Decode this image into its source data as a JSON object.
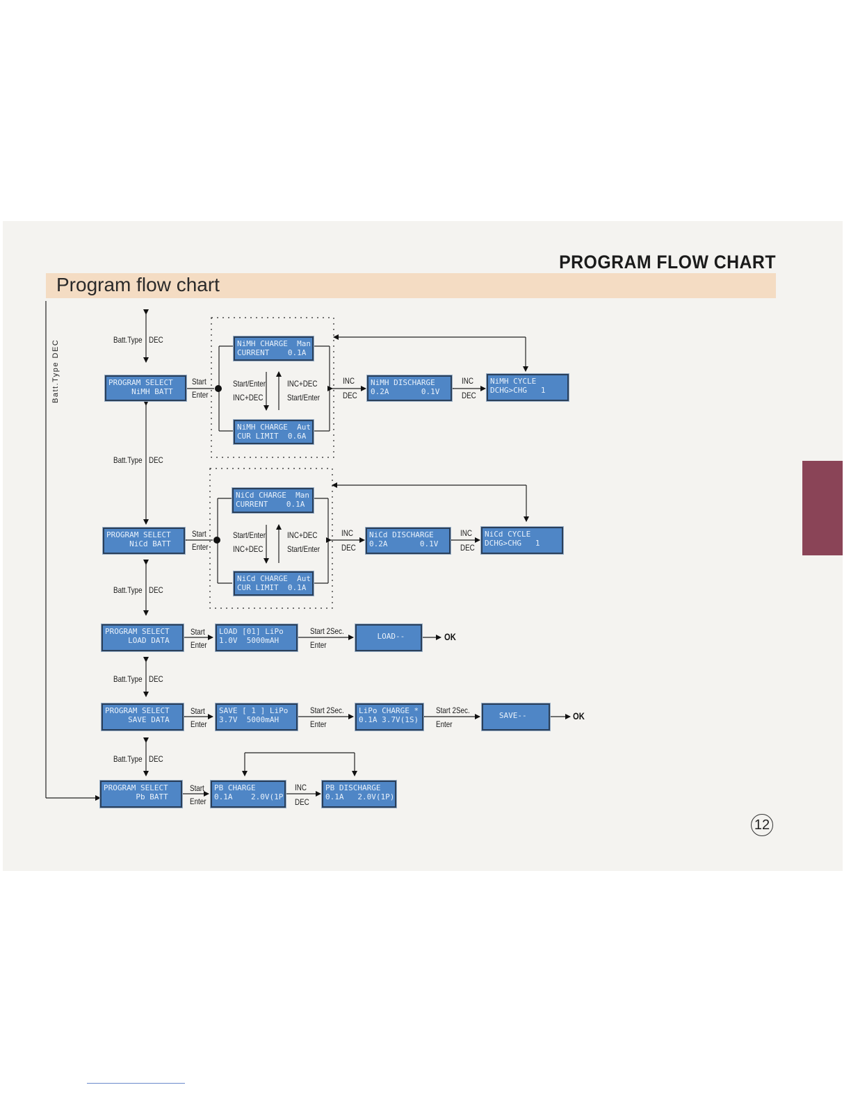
{
  "header": {
    "title": "PROGRAM FLOW CHART"
  },
  "section": {
    "title": "Program flow chart"
  },
  "page_number": "12",
  "side_label": "Batt.Type  DEC",
  "labels": {
    "batt_type": "Batt.Type",
    "dec": "DEC",
    "inc": "INC",
    "start": "Start",
    "enter": "Enter",
    "start_enter": "Start/Enter",
    "inc_dec": "INC+DEC",
    "start_2sec": "Start 2Sec.",
    "ok": "OK"
  },
  "screens": {
    "nimh_batt": {
      "l1": "PROGRAM SELECT",
      "l2": "     NiMH BATT"
    },
    "nimh_charge_man": {
      "l1": "NiMH CHARGE  Man",
      "l2": "CURRENT    0.1A"
    },
    "nimh_charge_aut": {
      "l1": "NiMH CHARGE  Aut",
      "l2": "CUR LIMIT  0.6A"
    },
    "nimh_discharge": {
      "l1": "NiMH DISCHARGE",
      "l2": "0.2A       0.1V"
    },
    "nimh_cycle": {
      "l1": "NiMH CYCLE",
      "l2": "DCHG>CHG   1"
    },
    "nicd_batt": {
      "l1": "PROGRAM SELECT",
      "l2": "     NiCd BATT"
    },
    "nicd_charge_man": {
      "l1": "NiCd CHARGE  Man",
      "l2": "CURRENT    0.1A"
    },
    "nicd_charge_aut": {
      "l1": "NiCd CHARGE  Aut",
      "l2": "CUR LIMIT  0.1A"
    },
    "nicd_discharge": {
      "l1": "NiCd DISCHARGE",
      "l2": "0.2A       0.1V"
    },
    "nicd_cycle": {
      "l1": "NiCd CYCLE",
      "l2": "DCHG>CHG   1"
    },
    "load_data": {
      "l1": "PROGRAM SELECT",
      "l2": "     LOAD DATA"
    },
    "load_slot": {
      "l1": "LOAD [01] LiPo",
      "l2": "1.0V  5000mAH"
    },
    "load_progress": {
      "l1": "    LOAD--",
      "l2": ""
    },
    "save_data": {
      "l1": "PROGRAM SELECT",
      "l2": "     SAVE DATA"
    },
    "save_slot": {
      "l1": "SAVE [ 1 ] LiPo",
      "l2": "3.7V  5000mAH"
    },
    "lipo_charge": {
      "l1": "LiPo CHARGE *",
      "l2": "0.1A 3.7V(1S)"
    },
    "save_progress": {
      "l1": "   SAVE--",
      "l2": ""
    },
    "pb_batt": {
      "l1": "PROGRAM SELECT",
      "l2": "       Pb BATT"
    },
    "pb_charge": {
      "l1": "PB CHARGE",
      "l2": "0.1A    2.0V(1P)"
    },
    "pb_discharge": {
      "l1": "PB DISCHARGE",
      "l2": "0.1A   2.0V(1P)"
    }
  }
}
